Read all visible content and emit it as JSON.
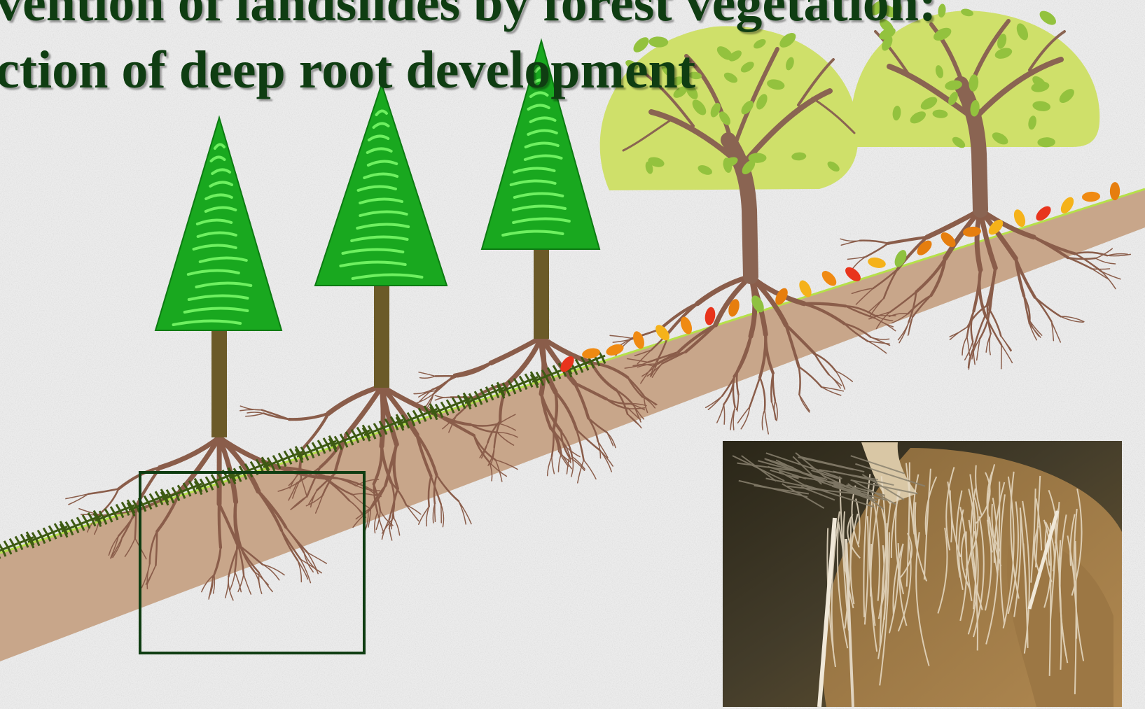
{
  "title": {
    "line1": "vention of landslides by forest vegetation:",
    "line2": "ction of deep root development"
  },
  "colors": {
    "title": "#0f3d12",
    "soil": "#c8a68a",
    "bedrock": "#ececec",
    "conifer": "#19a81f",
    "conifer_trunk": "#6b5a28",
    "broadleaf_crown": "#cfe06a",
    "broadleaf_trunk": "#8a6452",
    "root": "#8a5d4a",
    "frame": "#0f3d12"
  },
  "icons": {
    "conifer": "conifer-tree-icon",
    "broadleaf": "broadleaf-tree-icon",
    "leaf": "fallen-leaf-icon",
    "needle": "fallen-needle-branch-icon"
  },
  "photo": {
    "subject": "exposed tree roots on an eroded slope"
  }
}
